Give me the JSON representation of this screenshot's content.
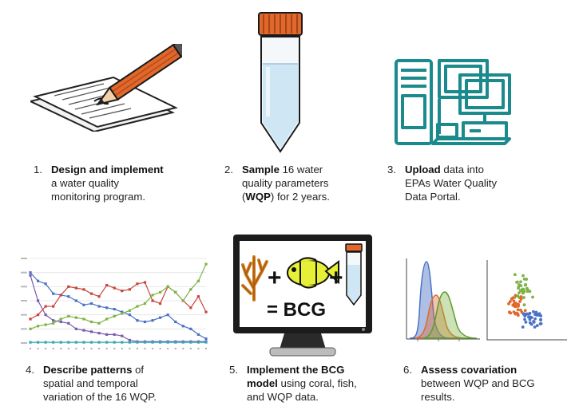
{
  "steps": [
    {
      "num": "1.",
      "parts": [
        {
          "b": "Design and implement"
        }
      ],
      "lines": [
        "a water quality",
        "monitoring program."
      ]
    },
    {
      "num": "2.",
      "parts": [
        {
          "b": "Sample"
        },
        {
          "t": " 16 water"
        }
      ],
      "lines": [
        "quality parameters"
      ],
      "line3": [
        {
          "t": "("
        },
        {
          "b": "WQP"
        },
        {
          "t": ") for 2 years."
        }
      ]
    },
    {
      "num": "3.",
      "parts": [
        {
          "b": "Upload"
        },
        {
          "t": " data into"
        }
      ],
      "lines": [
        "EPAs Water Quality",
        "Data Portal."
      ]
    },
    {
      "num": "4.",
      "parts": [
        {
          "b": "Describe patterns"
        },
        {
          "t": " of"
        }
      ],
      "lines": [
        "spatial and temporal",
        "variation of the 16 WQP."
      ]
    },
    {
      "num": "5.",
      "parts": [
        {
          "b": "Implement the BCG"
        }
      ],
      "line2": [
        {
          "b": "model"
        },
        {
          "t": " using coral, fish,"
        }
      ],
      "lines": [
        "and WQP data."
      ]
    },
    {
      "num": "6.",
      "parts": [
        {
          "b": "Assess covariation"
        }
      ],
      "lines": [
        "between WQP and BCG",
        "results."
      ]
    }
  ],
  "monitor": {
    "plus1": "+",
    "plus2": "+",
    "equation": "= BCG"
  },
  "colors": {
    "teal": "#1a8a8c",
    "orange": "#e0682c",
    "water": "#cfe6f5",
    "blue": "#4a72c4",
    "red": "#c8463a",
    "green": "#7fb347"
  },
  "chart_data": {
    "type": "line",
    "x": [
      1,
      2,
      3,
      4,
      5,
      6,
      7,
      8,
      9,
      10,
      11,
      12,
      13,
      14,
      15,
      16,
      17,
      18,
      19,
      20,
      21,
      22,
      23,
      24
    ],
    "series": [
      {
        "values": [
          500,
          440,
          420,
          350,
          340,
          330,
          300,
          270,
          280,
          260,
          250,
          240,
          220,
          200,
          160,
          150,
          160,
          180,
          200,
          150,
          120,
          100,
          60,
          30
        ]
      },
      {
        "values": [
          480,
          300,
          200,
          160,
          150,
          140,
          100,
          90,
          80,
          70,
          60,
          60,
          50,
          20,
          10,
          10,
          10,
          10,
          10,
          10,
          10,
          10,
          10,
          10
        ]
      },
      {
        "values": [
          170,
          200,
          260,
          260,
          340,
          400,
          390,
          380,
          350,
          330,
          410,
          390,
          370,
          380,
          420,
          430,
          300,
          280,
          400,
          360,
          300,
          250,
          330,
          220
        ]
      },
      {
        "values": [
          100,
          120,
          130,
          140,
          170,
          190,
          180,
          170,
          150,
          140,
          170,
          190,
          210,
          230,
          260,
          280,
          340,
          360,
          400,
          360,
          300,
          380,
          440,
          560
        ]
      },
      {
        "values": [
          5,
          5,
          5,
          5,
          5,
          5,
          5,
          5,
          5,
          5,
          5,
          5,
          5,
          5,
          5,
          5,
          5,
          5,
          5,
          5,
          5,
          5,
          5,
          5
        ]
      }
    ],
    "ylim": [
      0,
      600
    ]
  }
}
